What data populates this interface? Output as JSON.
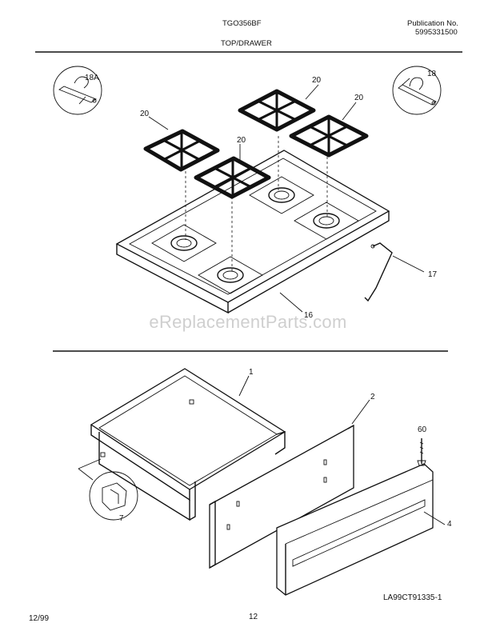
{
  "header": {
    "model": "TGO356BF",
    "section": "TOP/DRAWER",
    "publication_label": "Publication No.",
    "publication_number": "5995331500"
  },
  "watermark": "eReplacementParts.com",
  "callouts": {
    "c18a": "18A",
    "c18": "18",
    "c20a": "20",
    "c20b": "20",
    "c20c": "20",
    "c20d": "20",
    "c17": "17",
    "c16": "16",
    "c1": "1",
    "c2": "2",
    "c60": "60",
    "c4": "4",
    "c7": "7"
  },
  "footer": {
    "date": "12/99",
    "page": "12",
    "drawing_id": "LA99CT91335-1"
  }
}
